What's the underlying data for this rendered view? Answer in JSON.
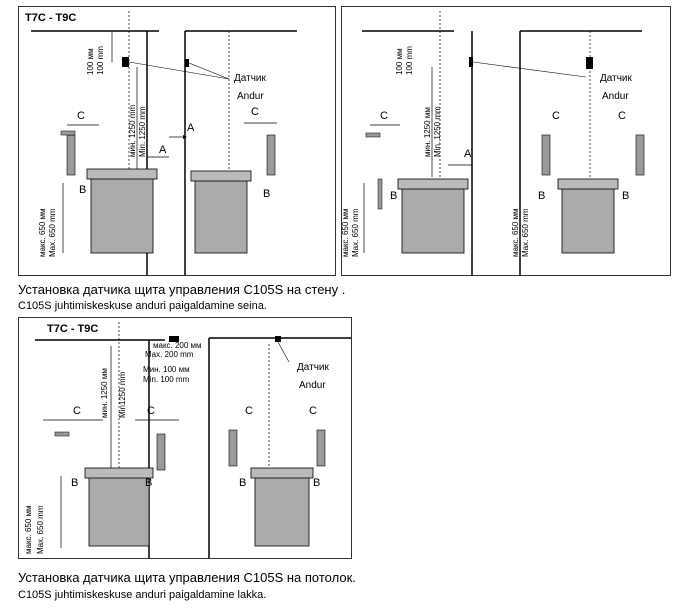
{
  "diagrams": {
    "wall_left": {
      "model": "T7C - T9C",
      "dist_100_ru": "100 мм",
      "dist_100_en": "100 mm",
      "min_1250_ru": "мин. 1250 mm",
      "min_1250_en": "Min. 1250 mm",
      "max_650_ru": "макс. 650 мм",
      "max_650_en": "Max. 650 mm",
      "label_a": "A",
      "label_b": "B",
      "label_c": "C",
      "sensor_ru": "Датчик",
      "sensor_et": "Andur"
    },
    "wall_right": {
      "dist_100_ru": "100 мм",
      "dist_100_en": "100 mm",
      "min_1250_ru": "мин. 1250 мм",
      "min_1250_en": "Min. 1250 mm",
      "max_650_ru": "макс. 650 мм",
      "max_650_en": "Max. 650 mm",
      "label_a": "A",
      "label_b": "B",
      "label_c": "C",
      "sensor_ru": "Датчик",
      "sensor_et": "Andur"
    },
    "ceiling": {
      "model": "T7C - T9C",
      "max_200_ru": "макс. 200 мм",
      "max_200_en": "Max. 200 mm",
      "min_100_ru": "Мин. 100 мм",
      "min_100_en": "Min. 100 mm",
      "min_1250_ru": "мин. 1250 мм",
      "min_1250_en": "Min1250 mm",
      "max_650_ru": "макс. 650 мм",
      "max_650_en": "Max. 650 mm",
      "label_b": "B",
      "label_c": "C",
      "sensor_ru": "Датчик",
      "sensor_et": "Andur"
    }
  },
  "captions": {
    "wall_ru": "Установка датчика щита управления C105S на стену .",
    "wall_et": "C105S juhtimiskeskuse anduri paigaldamine seina.",
    "ceiling_ru": "Установка датчика щита управления C105S на потолок.",
    "ceiling_et": "C105S juhtimiskeskuse anduri paigaldamine lakka."
  }
}
